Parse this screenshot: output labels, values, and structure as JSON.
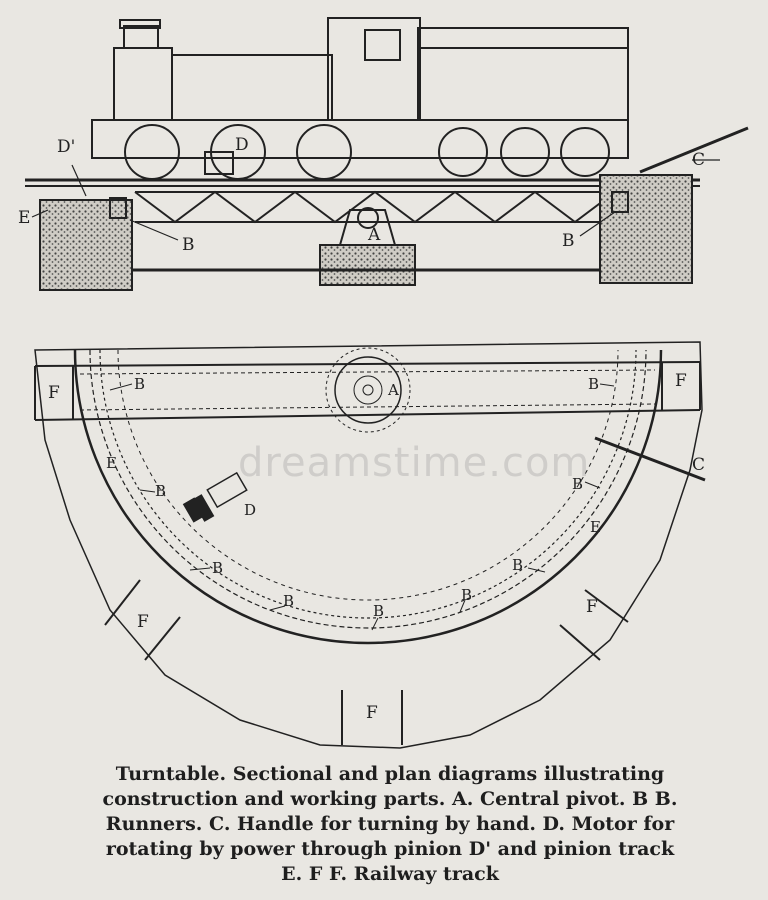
{
  "labels": {
    "d_prime": "D'",
    "a": "A",
    "b": "B",
    "c": "C",
    "d": "D",
    "e": "E",
    "f": "F"
  },
  "watermark": "dreamstime.com",
  "caption": [
    "Turntable.   Sectional and plan diagrams illustrating",
    "construction and working parts.   A. Central pivot. B B.",
    "Runners.  C. Handle for turning by hand.   D. Motor for",
    "rotating by power through pinion D' and pinion track",
    "E.   F F. Railway track"
  ],
  "colors": {
    "ink": "#222222",
    "paper": "#e9e7e2"
  }
}
